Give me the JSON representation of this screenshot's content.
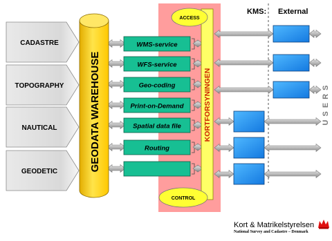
{
  "headers": {
    "kms": "KMS:",
    "external": "External"
  },
  "sources": [
    "CADASTRE",
    "TOPOGRAPHY",
    "NAUTICAL",
    "GEODETIC"
  ],
  "warehouse": "GEODATA WAREHOUSE",
  "services": [
    "WMS-service",
    "WFS-service",
    "Geo-coding",
    "Print-on-Demand",
    "Spatial data file",
    "Routing",
    ""
  ],
  "kortforsyningen": "KORTFORSYNINGEN",
  "access": "ACCESS",
  "control": "CONTROL",
  "users": "USERS",
  "footer": {
    "brand": "Kort & Matrikelstyrelsen",
    "subtitle": "National Survey and Cadastre – Denmark"
  },
  "colors": {
    "source_fill": "#e2e2e2",
    "warehouse_fill": "#ffd700",
    "service_fill": "#17bf93",
    "pink_zone": "#ff9d9d",
    "bar_fill": "#ffff66",
    "client_box": "#1e90ff",
    "arrow_grey": "#bdbdbd"
  }
}
